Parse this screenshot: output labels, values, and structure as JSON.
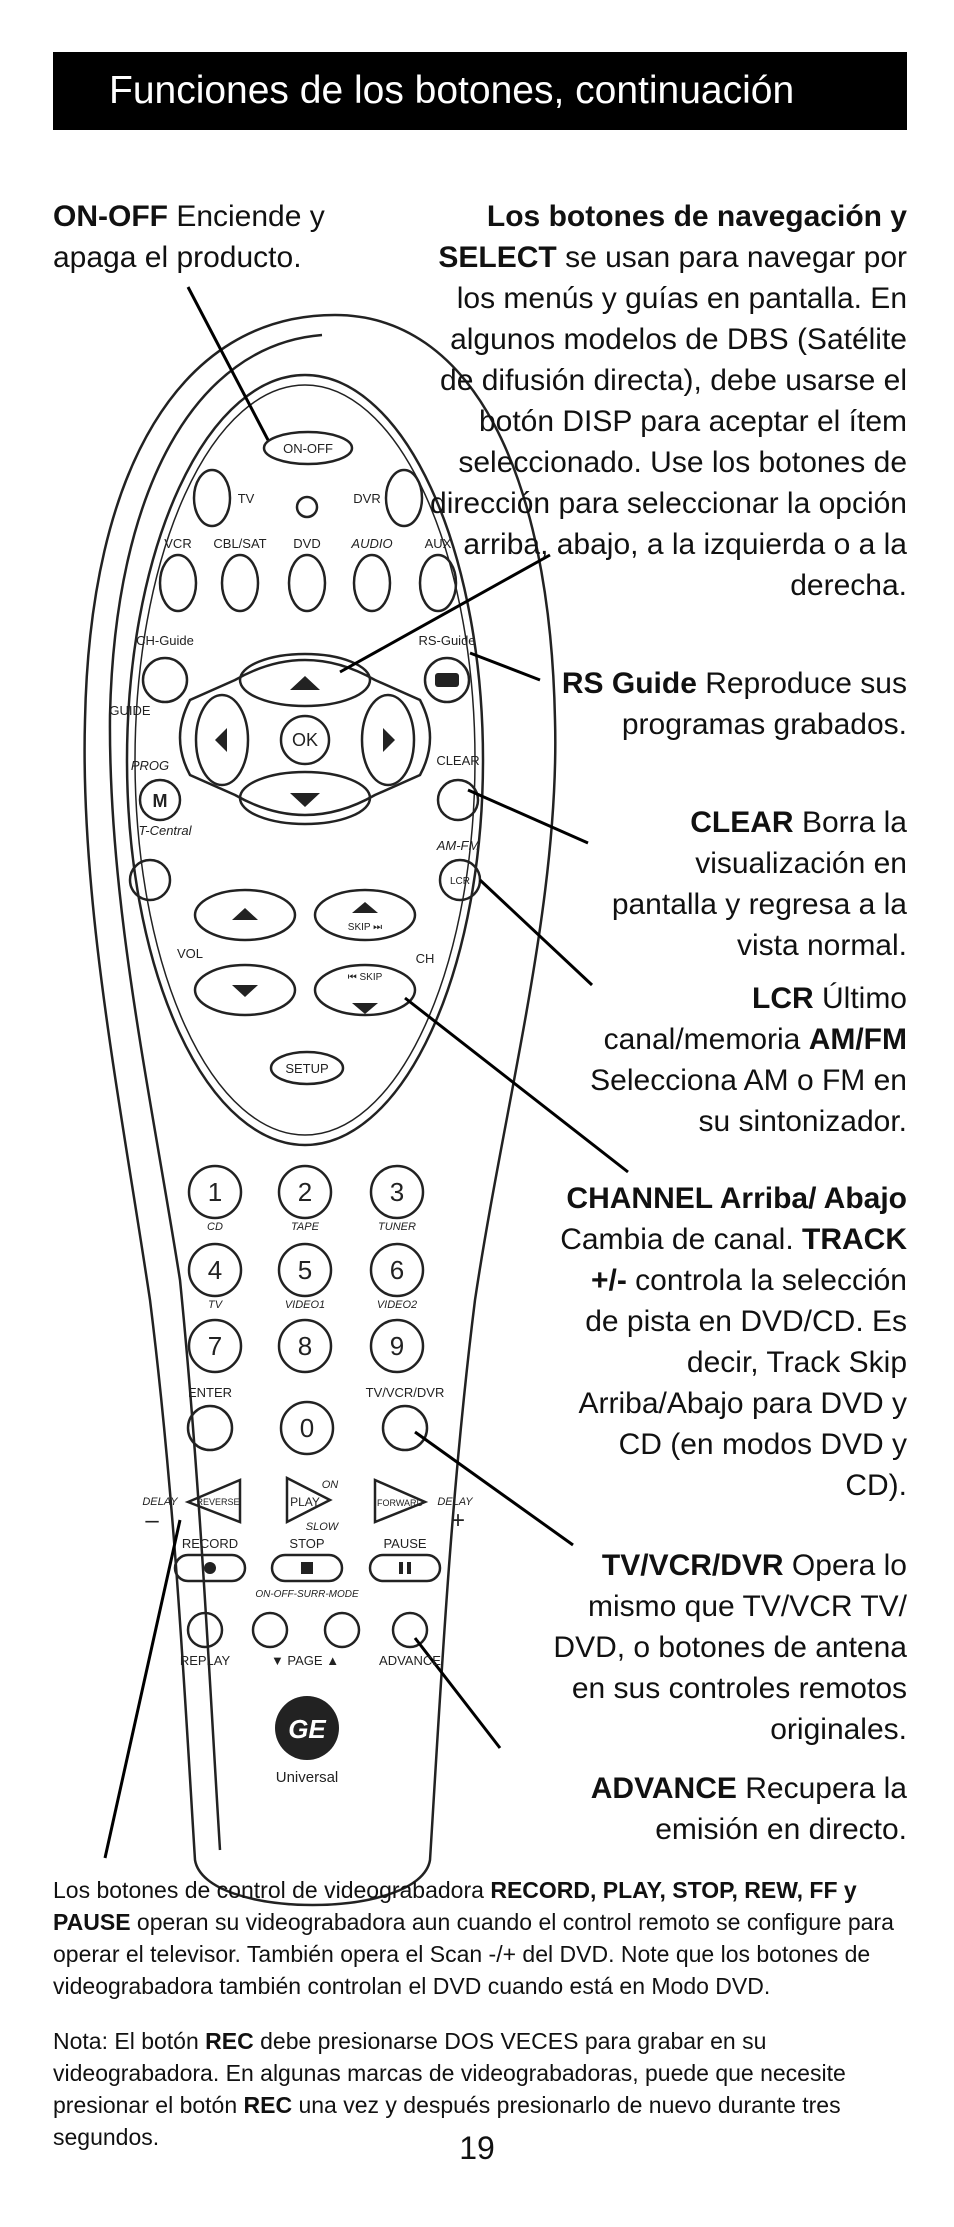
{
  "header": {
    "title": "Funciones de los botones, continuación"
  },
  "callouts": {
    "onoff": {
      "bold": "ON-OFF",
      "text": " Enciende y apaga el producto."
    },
    "nav": {
      "bold": "Los botones de navegación y SELECT",
      "text": " se usan para navegar por los menús y guías en pantalla. En algunos modelos de DBS (Satélite de difusión directa), debe usarse el botón DISP para aceptar el ítem seleccionado. Use los botones de dirección para seleccionar la opción arriba, abajo, a la izquierda o a la derecha."
    },
    "rsguide": {
      "bold": "RS Guide",
      "text": " Reproduce sus programas grabados."
    },
    "clear": {
      "bold": "CLEAR",
      "text": "  Borra la visualización en pantalla  y regresa a la vista normal."
    },
    "lcr": {
      "bold": "LCR",
      "text": " Último canal/memoria ",
      "bold2": "AM/FM",
      "text2": " Selecciona AM o FM en su sintonizador."
    },
    "channel": {
      "bold": "CHANNEL Arriba/ Abajo",
      "text": " Cambia de canal. ",
      "bold2": "TRACK +/-",
      "text2": " controla la selección de pista en DVD/CD. Es decir, Track Skip Arriba/Abajo para DVD y CD (en modos DVD y CD)."
    },
    "tvvcr": {
      "bold": "TV/VCR/DVR",
      "text": "  Opera lo mismo que TV/VCR TV/ DVD, o botones de antena en sus controles remotos originales."
    },
    "advance": {
      "bold": "ADVANCE",
      "text": " Recupera la emisión en directo."
    }
  },
  "notes": {
    "vcr": {
      "t1": "Los botones de control de videograbadora ",
      "b1": "RECORD, PLAY, STOP, REW, FF y PAUSE",
      "t2": " operan su videograbadora aun cuando el control remoto se configure para operar el televisor. También opera el Scan -/+ del DVD. Note que los botones de videograbadora también controlan el DVD cuando está en Modo DVD."
    },
    "rec": {
      "t1": "Nota: El botón ",
      "b1": "REC",
      "t2": " debe presionarse DOS VECES para grabar en su videograbadora. En algunas marcas de videograbadoras, puede que necesite presionar el botón ",
      "b2": "REC",
      "t3": " una vez y después presionarlo de nuevo durante tres segundos."
    }
  },
  "page_number": "19",
  "remote": {
    "onoff": "ON-OFF",
    "tv": "TV",
    "dvr": "DVR",
    "vcr": "VCR",
    "cblsat": "CBL/SAT",
    "dvd": "DVD",
    "audio": "AUDIO",
    "aux": "AUX",
    "chguide": "CH-Guide",
    "rsguide": "RS-Guide",
    "guide": "GUIDE",
    "ok": "OK",
    "clear": "CLEAR",
    "prog": "PROG",
    "m": "M",
    "tcentral": "T-Central",
    "amfm": "AM-FM",
    "lcr": "LCR",
    "vol": "VOL",
    "ch": "CH",
    "skipup": "SKIP ⏭",
    "skipdown": "⏮ SKIP",
    "setup": "SETUP",
    "digits": [
      "1",
      "2",
      "3",
      "4",
      "5",
      "6",
      "7",
      "8",
      "9",
      "0"
    ],
    "sublabels": [
      "CD",
      "TAPE",
      "TUNER",
      "TV",
      "VIDEO1",
      "VIDEO2"
    ],
    "enter": "ENTER",
    "tvvcrdvr": "TV/VCR/DVR",
    "delay": "DELAY",
    "reverse": "REVERSE",
    "on": "ON",
    "play": "PLAY",
    "slow": "SLOW",
    "forward": "FORWARD",
    "minus": "–",
    "plus": "+",
    "record": "RECORD",
    "stop": "STOP",
    "pause": "PAUSE",
    "surr": "ON-OFF-SURR-MODE",
    "replay": "REPLAY",
    "page": "▼  PAGE  ▲",
    "advance": "ADVANCE",
    "logo": "GE",
    "brand": "Universal"
  }
}
